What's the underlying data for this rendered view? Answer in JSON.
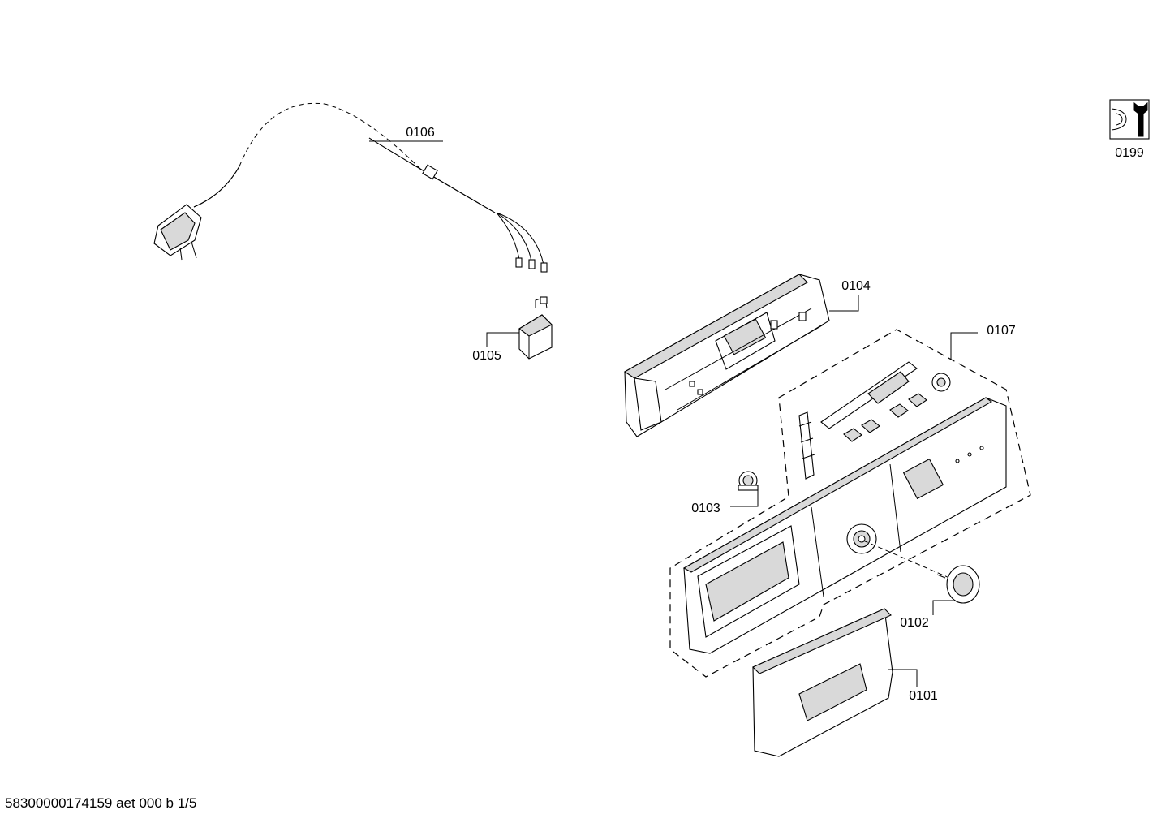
{
  "parts": {
    "p0101": "0101",
    "p0102": "0102",
    "p0103": "0103",
    "p0104": "0104",
    "p0105": "0105",
    "p0106": "0106",
    "p0107": "0107",
    "p0199": "0199"
  },
  "footer": "58300000174159 aet 000 b 1/5",
  "icons": {
    "service": "wrench-service-icon"
  }
}
